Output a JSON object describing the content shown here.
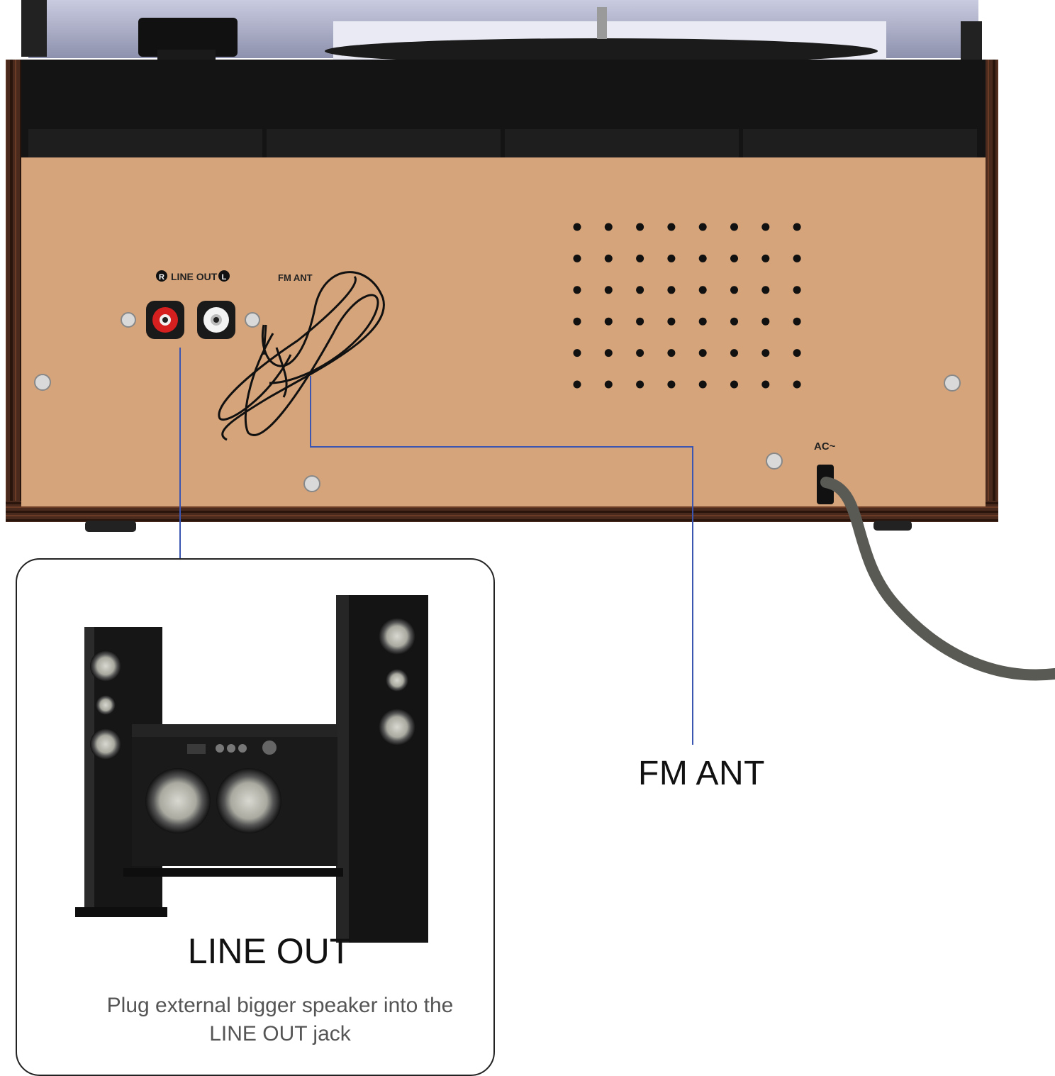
{
  "panel": {
    "line_out_label": "LINE OUT",
    "right_channel": "R",
    "left_channel": "L",
    "fm_ant_label": "FM ANT",
    "ac_label": "AC~"
  },
  "callouts": {
    "fm_ant": "FM ANT",
    "line_out_title": "LINE OUT",
    "line_out_desc": "Plug external bigger speaker into the LINE OUT jack"
  },
  "colors": {
    "wood": "#4a2a1c",
    "panel": "#d8a57a",
    "callout_line": "#3a56b0"
  }
}
